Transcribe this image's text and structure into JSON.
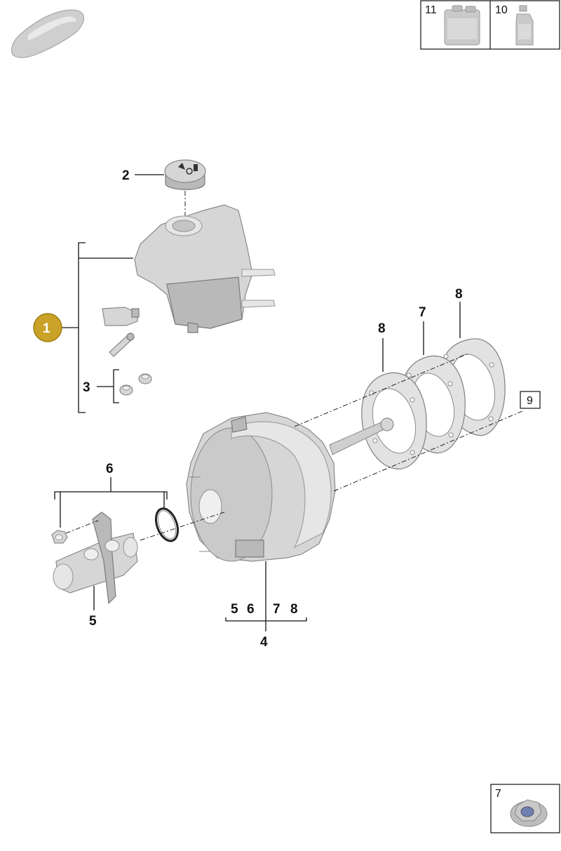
{
  "accessory_boxes": [
    {
      "number": "11",
      "item": "fluid-canister-icon"
    },
    {
      "number": "10",
      "item": "fluid-bottle-icon"
    },
    {
      "number": "7",
      "item": "flange-nut-icon"
    }
  ],
  "callouts": {
    "c1": "1",
    "c2": "2",
    "c3": "3",
    "c4": "4",
    "c5_cyl": "5",
    "c6_group": "6",
    "c7_gasket": "7",
    "c8_front": "8",
    "c8_rear": "8",
    "c9": "9",
    "c4_sub5": "5",
    "c4_sub6": "6",
    "c4_sub7": "7",
    "c4_sub8": "8"
  },
  "colors": {
    "highlight_badge": "#c9a227",
    "part_grey": "#d6d6d6",
    "line": "#111111"
  }
}
